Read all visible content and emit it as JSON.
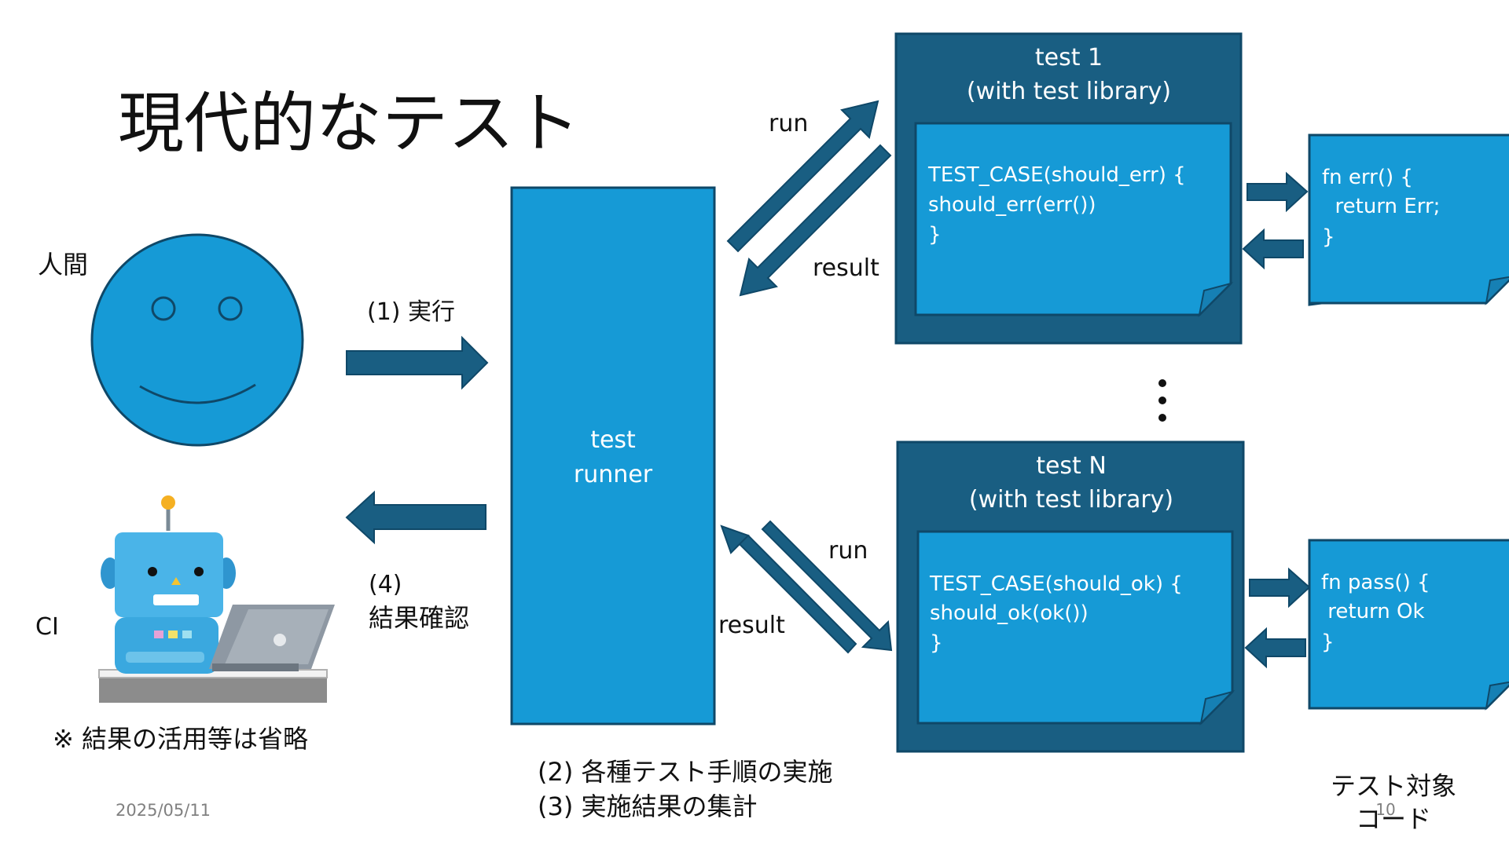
{
  "slide": {
    "title": "現代的なテスト",
    "date": "2025/05/11",
    "page_number": "10"
  },
  "actors": {
    "human_label": "人間",
    "ci_label": "CI",
    "note": "※ 結果の活用等は省略"
  },
  "steps": {
    "execute": "(1) 実行",
    "check_num": "(4)",
    "check_text": "結果確認",
    "runner_line1": "(2) 各種テスト手順の実施",
    "runner_line2": "(3) 実施結果の集計"
  },
  "runner": {
    "line1": "test",
    "line2": "runner"
  },
  "tests": [
    {
      "title": "test 1",
      "subtitle": "(with test library)",
      "code": [
        "TEST_CASE(should_err) {",
        "should_err(err())",
        "}"
      ],
      "run_label": "run",
      "result_label": "result"
    },
    {
      "title": "test N",
      "subtitle": "(with test library)",
      "code": [
        "TEST_CASE(should_ok) {",
        "should_ok(ok())",
        "}"
      ],
      "run_label": "run",
      "result_label": "result"
    }
  ],
  "targets": {
    "label_line1": "テスト対象",
    "label_line2": "コード",
    "items": [
      {
        "code": [
          "fn err() {",
          "  return Err;",
          "}"
        ]
      },
      {
        "code": [
          "fn pass() {",
          " return Ok",
          "}"
        ]
      }
    ]
  },
  "colors": {
    "primary": "#169ad6",
    "dark": "#195e82",
    "outline": "#0f4868",
    "robot_body": "#3aa8df",
    "robot_face": "#4ab4e8",
    "laptop": "#8e98a3",
    "antenna": "#f5b022",
    "text": "#111111",
    "muted": "#808080"
  }
}
